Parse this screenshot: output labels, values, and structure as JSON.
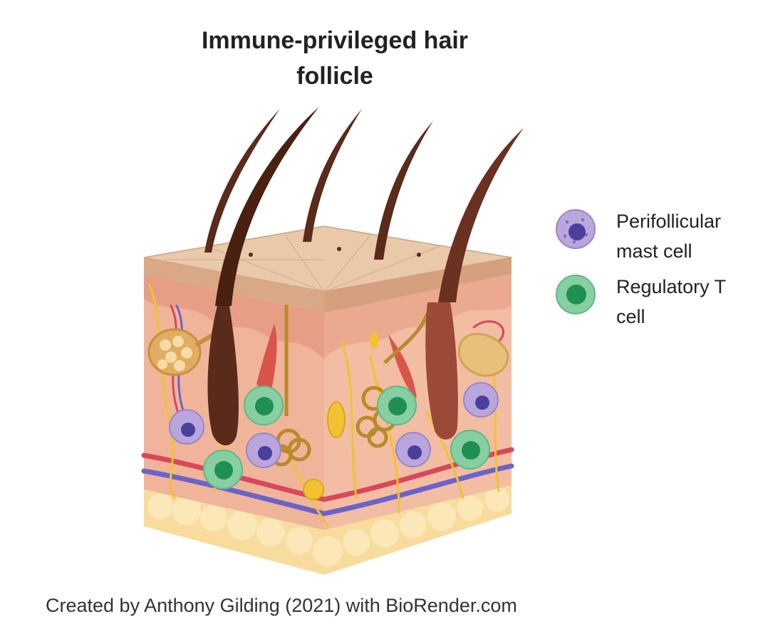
{
  "figure": {
    "title_line1": "Immune-privileged hair",
    "title_line2": "follicle",
    "credit": "Created by Anthony Gilding (2021) with BioRender.com"
  },
  "legend": {
    "items": [
      {
        "label_line1": "Perifollicular",
        "label_line2": "mast cell",
        "icon": "mast-cell-icon",
        "fill": "#b9a6dc",
        "nucleus": "#4a3f9c"
      },
      {
        "label_line1": "Regulatory T",
        "label_line2": "cell",
        "icon": "regulatory-t-cell-icon",
        "fill": "#86cfa3",
        "nucleus": "#1f8f52"
      }
    ]
  },
  "colors": {
    "epidermis_top": "#e9c9aa",
    "epidermis_edge": "#d9a987",
    "dermis": "#efb49a",
    "dermis_dark": "#e39a80",
    "fat": "#f7dc9e",
    "hair": "#5a2a1a",
    "nerve": "#f2c230",
    "artery": "#d9475a",
    "vein": "#6b63c9"
  }
}
